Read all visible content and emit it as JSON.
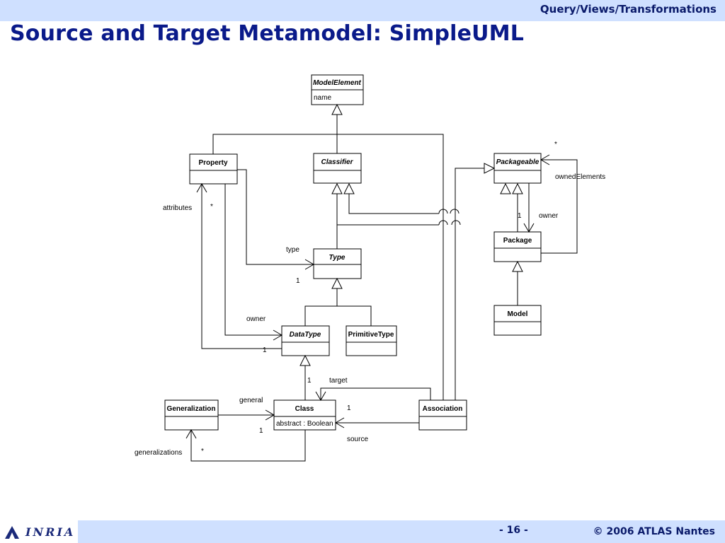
{
  "header": {
    "section_title": "Query/Views/Transformations"
  },
  "slide": {
    "title": "Source and Target Metamodel: SimpleUML"
  },
  "diagram": {
    "classes": {
      "modelelement": {
        "name": "ModelElement",
        "attribute": "name"
      },
      "property": {
        "name": "Property"
      },
      "classifier": {
        "name": "Classifier"
      },
      "packageable": {
        "name": "Packageable"
      },
      "type": {
        "name": "Type"
      },
      "package": {
        "name": "Package"
      },
      "model": {
        "name": "Model"
      },
      "datatype": {
        "name": "DataType"
      },
      "primitivetype": {
        "name": "PrimitiveType"
      },
      "generalization": {
        "name": "Generalization"
      },
      "class": {
        "name": "Class",
        "attribute": "abstract : Boolean"
      },
      "association": {
        "name": "Association"
      }
    },
    "labels": {
      "attributes": "attributes",
      "star_attributes": "*",
      "type": "type",
      "one_type": "1",
      "owner_prop": "owner",
      "one_owner_prop": "1",
      "star_owned": "*",
      "owned_elements": "ownedElements",
      "one_pkg_owner": "1",
      "owner_pkg": "owner",
      "one_target_dt": "1",
      "target": "target",
      "general": "general",
      "one_general": "1",
      "one_target": "1",
      "source": "source",
      "generalizations": "generalizations",
      "star_generalizations": "*"
    }
  },
  "footer": {
    "logo_text": "INRIA",
    "page_number": "- 16 -",
    "copyright": "© 2006 ATLAS Nantes"
  },
  "colors": {
    "band": "#cfe0ff",
    "title": "#0a1a8a",
    "header_text": "#0a1a6a"
  }
}
